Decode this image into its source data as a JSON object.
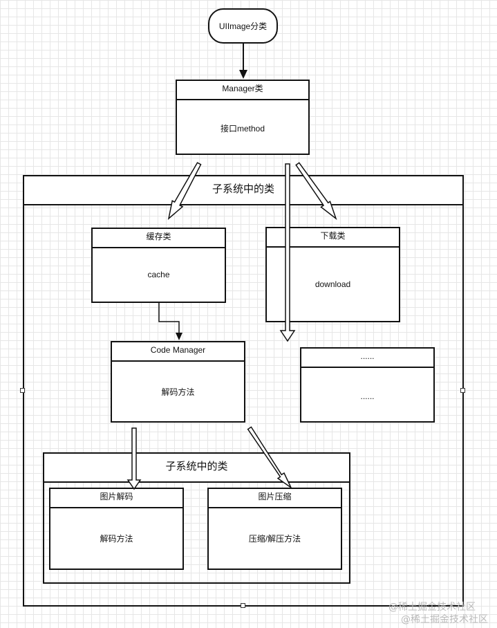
{
  "start": {
    "label": "UIImage分类"
  },
  "manager": {
    "title": "Manager类",
    "body": "接口method"
  },
  "outer": {
    "title": "子系统中的类"
  },
  "cache": {
    "title": "缓存类",
    "body": "cache"
  },
  "download": {
    "title": "下载类",
    "body": "download"
  },
  "code_manager": {
    "title": "Code Manager",
    "body": "解码方法"
  },
  "other": {
    "title": "......",
    "body": "......"
  },
  "inner": {
    "title": "子系统中的类"
  },
  "decode": {
    "title": "图片解码",
    "body": "解码方法"
  },
  "compress": {
    "title": "图片压缩",
    "body": "压缩/解压方法"
  },
  "watermark": {
    "line1": "@稀土掘金技术社区",
    "line2": "@稀土掘金技术社区"
  }
}
